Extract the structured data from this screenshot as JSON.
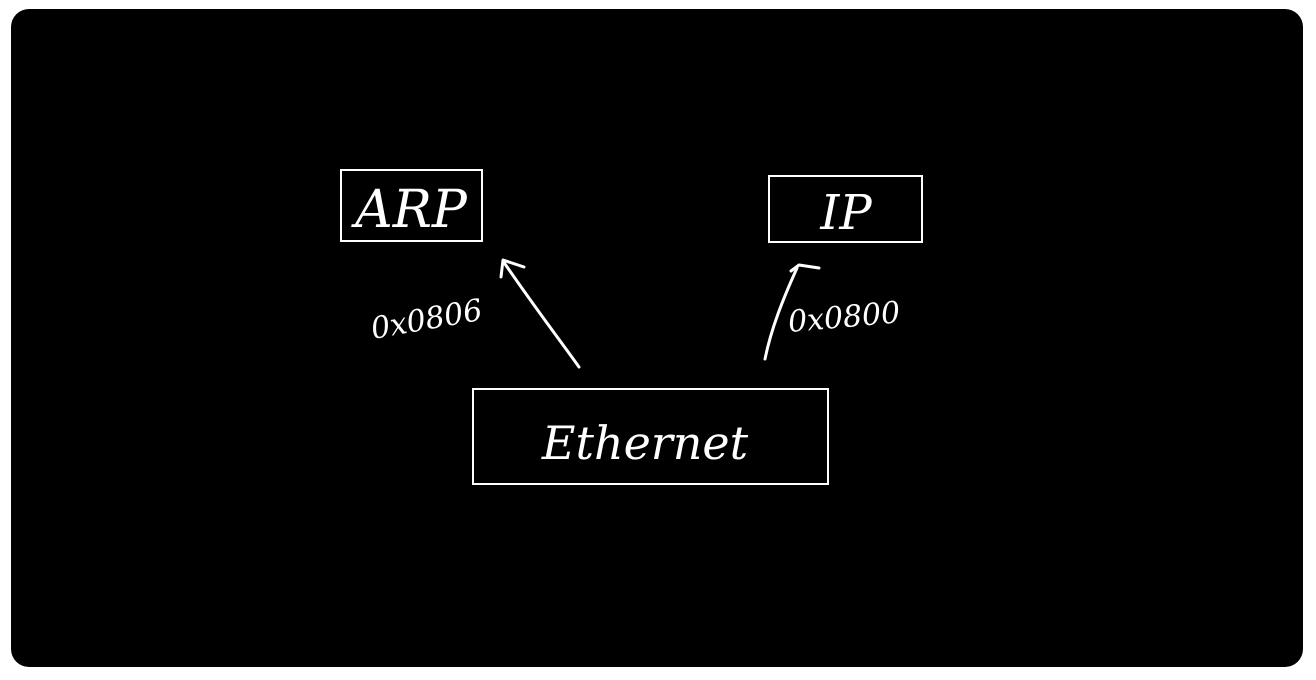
{
  "diagram": {
    "nodes": {
      "arp": {
        "label": "ARP"
      },
      "ip": {
        "label": "IP"
      },
      "ethernet": {
        "label": "Ethernet"
      }
    },
    "edges": [
      {
        "from": "ethernet",
        "to": "arp",
        "label": "0x0806"
      },
      {
        "from": "ethernet",
        "to": "ip",
        "label": "0x0800"
      }
    ]
  },
  "colors": {
    "background": "#000000",
    "ink": "#ffffff",
    "page": "#ffffff"
  }
}
